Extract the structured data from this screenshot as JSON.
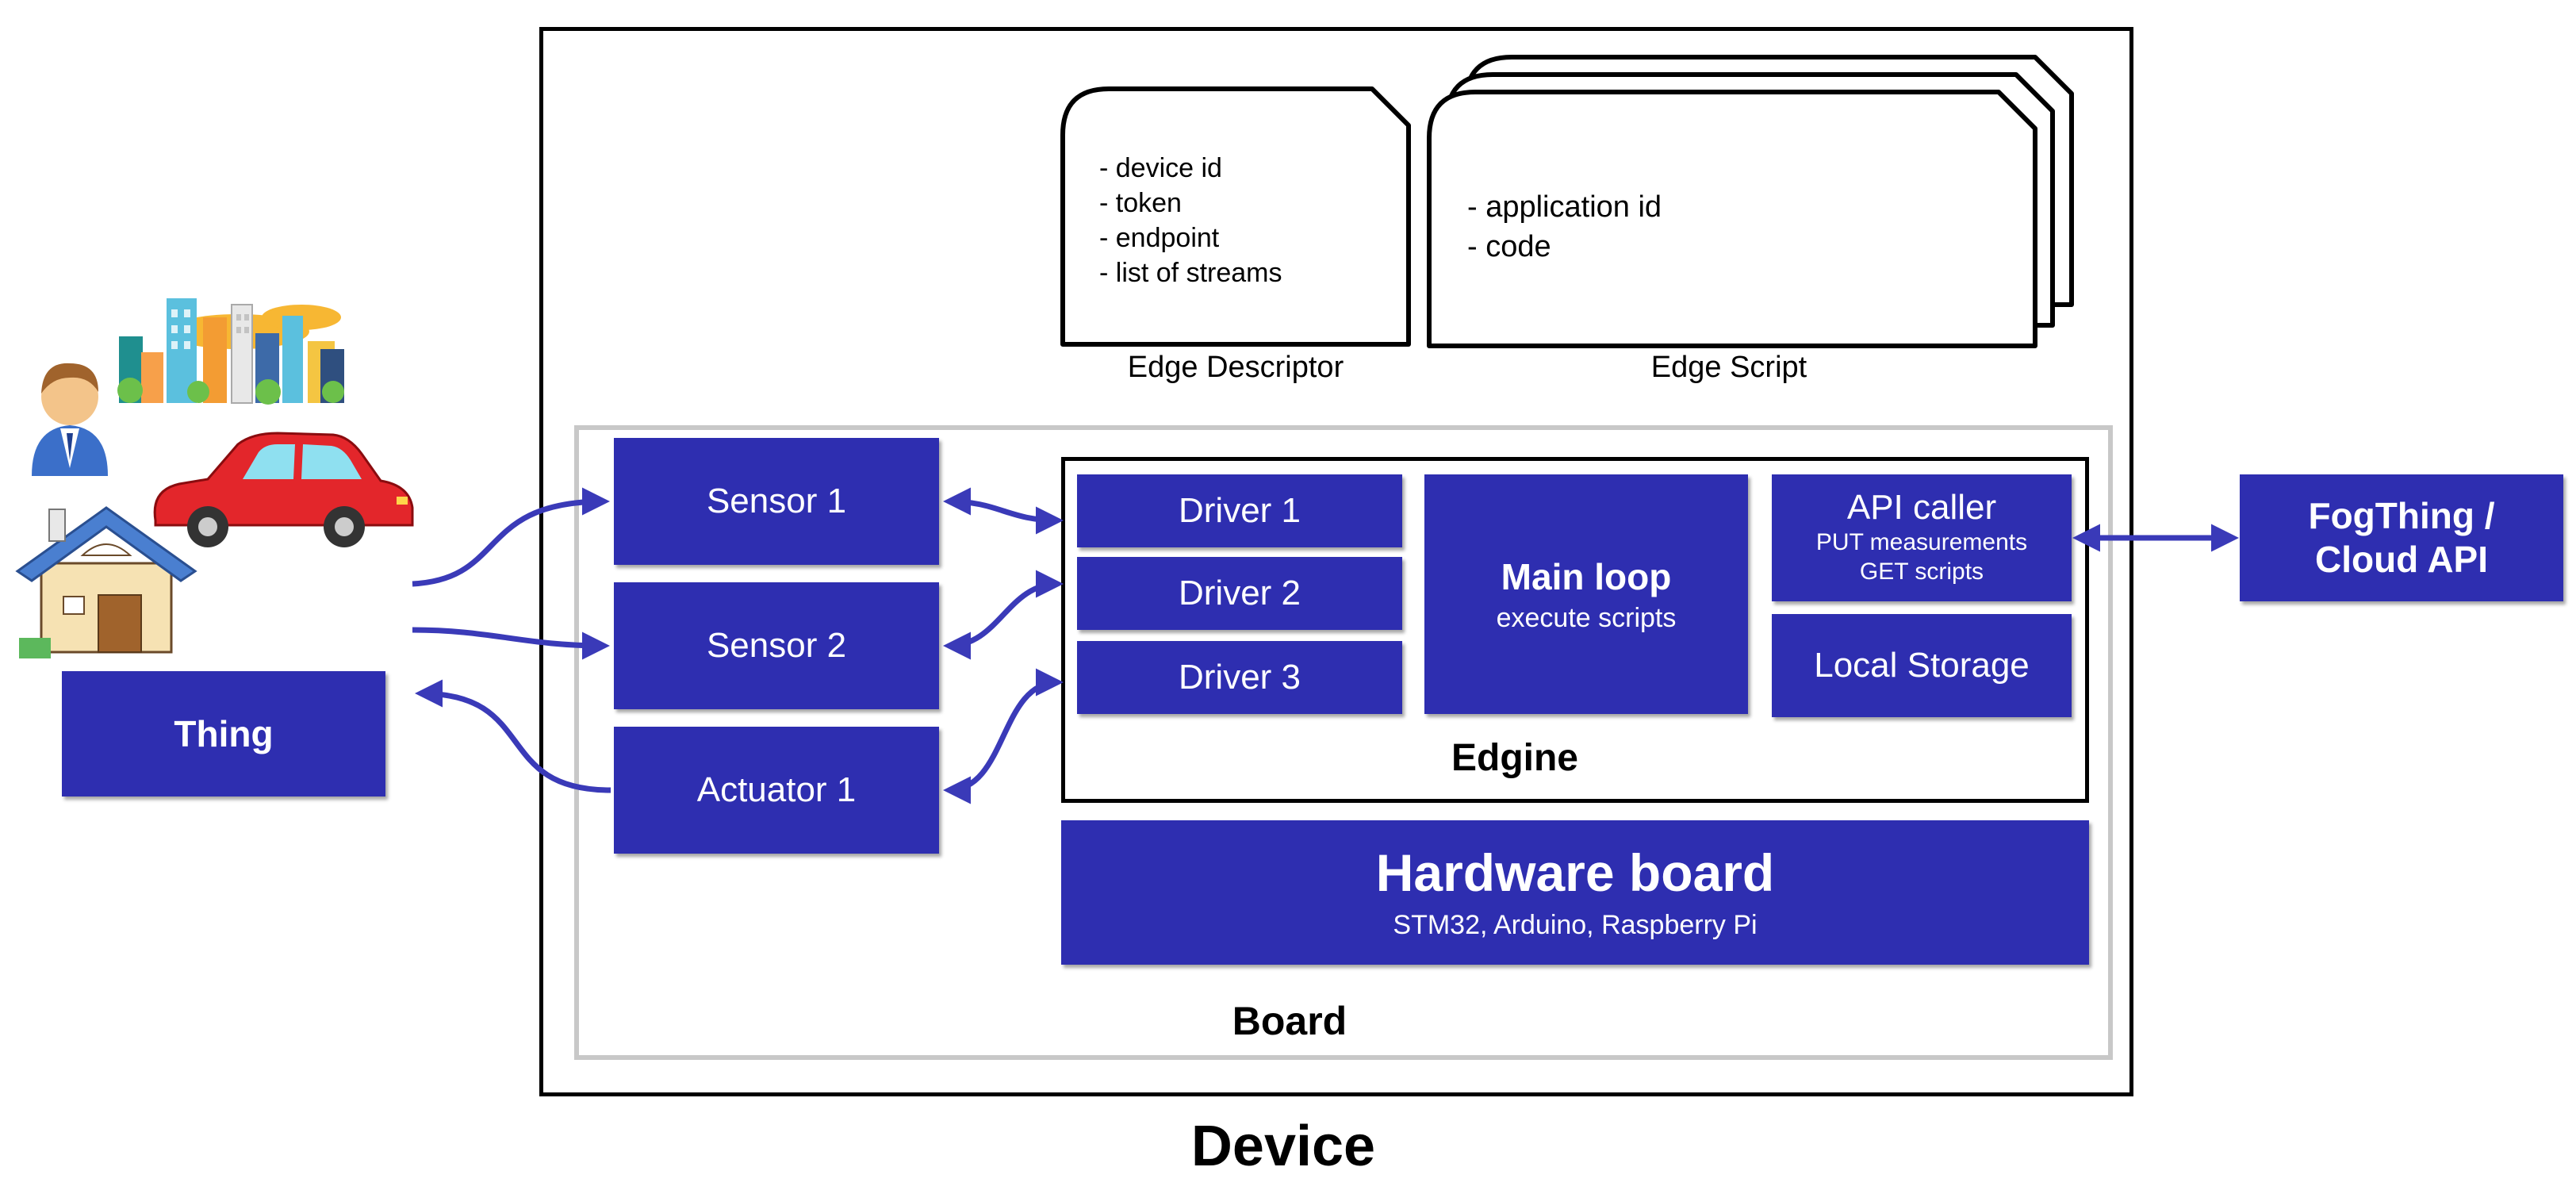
{
  "device": {
    "label": "Device"
  },
  "board": {
    "label": "Board"
  },
  "edgine": {
    "label": "Edgine"
  },
  "descriptor": {
    "caption": "Edge Descriptor",
    "lines": [
      "- device id",
      "- token",
      "- endpoint",
      "- list of streams"
    ]
  },
  "script": {
    "caption": "Edge Script",
    "lines": [
      "- application id",
      "- code"
    ]
  },
  "sensors": [
    {
      "label": "Sensor 1"
    },
    {
      "label": "Sensor 2"
    },
    {
      "label": "Actuator 1"
    }
  ],
  "drivers": [
    {
      "label": "Driver 1"
    },
    {
      "label": "Driver 2"
    },
    {
      "label": "Driver 3"
    }
  ],
  "main_loop": {
    "title": "Main loop",
    "subtitle": "execute scripts"
  },
  "api_caller": {
    "title": "API caller",
    "line1": "PUT measurements",
    "line2": "GET scripts"
  },
  "local_storage": {
    "label": "Local Storage"
  },
  "hardware": {
    "title": "Hardware board",
    "subtitle": "STM32, Arduino, Raspberry Pi"
  },
  "thing": {
    "label": "Thing"
  },
  "cloud": {
    "line1": "FogThing /",
    "line2": "Cloud API"
  },
  "icons": [
    "city-icon",
    "person-icon",
    "car-icon",
    "house-icon"
  ],
  "colors": {
    "accent": "#2e2eb0",
    "board_border": "#c8c8c8",
    "frame": "#000000"
  }
}
